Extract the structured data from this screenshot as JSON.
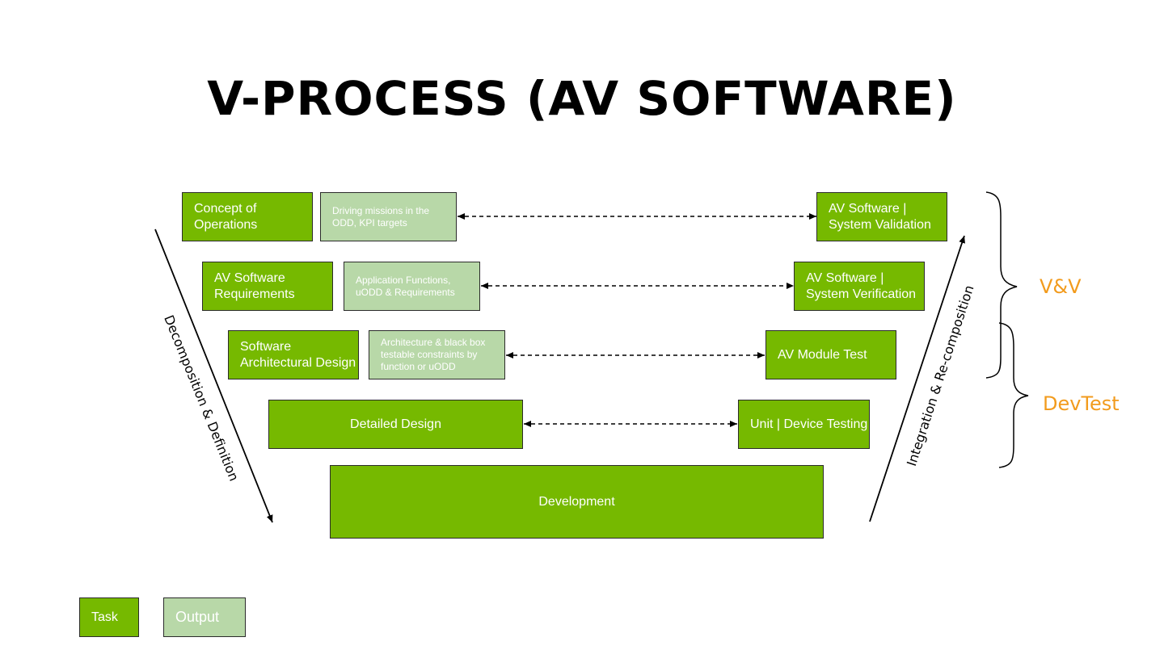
{
  "title": "V-PROCESS (AV SOFTWARE)",
  "colors": {
    "task": "#76b900",
    "output": "#b8d8a8",
    "accent": "#f29b1d"
  },
  "levels": [
    {
      "task": "Concept of Operations",
      "output": "Driving missions in the ODD, KPI targets",
      "test": "AV Software | System Validation"
    },
    {
      "task": "AV Software Requirements",
      "output": "Application Functions, uODD & Requirements",
      "test": "AV Software | System Verification"
    },
    {
      "task": "Software Architectural Design",
      "output": "Architecture & black box testable constraints by function or uODD",
      "test": "AV Module Test"
    },
    {
      "task": "Detailed Design",
      "test": "Unit | Device Testing"
    }
  ],
  "bottom": "Development",
  "left_axis": "Decomposition & Definition",
  "right_axis": "Integration & Re-composition",
  "braces": {
    "upper": "V&V",
    "lower": "DevTest"
  },
  "legend": {
    "task": "Task",
    "output": "Output"
  }
}
